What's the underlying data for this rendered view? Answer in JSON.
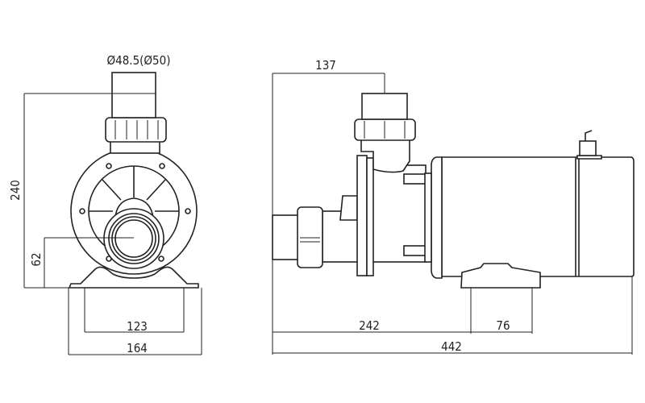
{
  "front_view": {
    "dim_outlet_diameter": "Ø48.5(Ø50)",
    "dim_height": "240",
    "dim_inlet_height": "62",
    "dim_foot_inner": "123",
    "dim_foot_outer": "164"
  },
  "side_view": {
    "dim_outlet_offset": "137",
    "dim_foot_position": "242",
    "dim_foot_width": "76",
    "dim_total_length": "442"
  }
}
